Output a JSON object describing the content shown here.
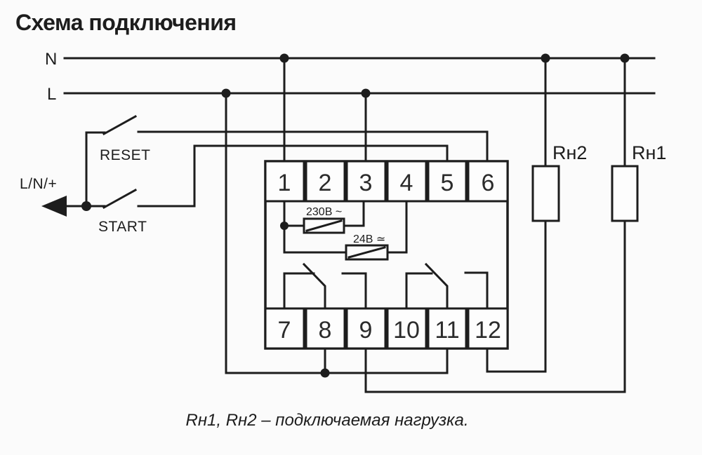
{
  "colors": {
    "bg": "#fbfbfb",
    "line": "#1d1d1d",
    "ink": "#1d1d1d"
  },
  "header": {
    "title": "Схема подключения"
  },
  "buses": {
    "n_label": "N",
    "l_label": "L"
  },
  "controls": {
    "reset_label": "RESET",
    "start_label": "START",
    "input_label": "L/N/+"
  },
  "device": {
    "top_terminals": [
      "1",
      "2",
      "3",
      "4",
      "5",
      "6"
    ],
    "bottom_terminals": [
      "7",
      "8",
      "9",
      "10",
      "11",
      "12"
    ],
    "coil_230_label": "230В ~",
    "coil_24_label": "24В ≃"
  },
  "loads": {
    "rn2_label": "Rн2",
    "rn1_label": "Rн1"
  },
  "caption": {
    "text": "Rн1, Rн2 – подключаемая нагрузка."
  },
  "connections": [
    "N → клемма 1; N → Rн2; N → Rн1",
    "L → клемма 3; L → клеммы 8 и 11",
    "L/N/+ → RESET → клемма 6",
    "L/N/+ → START → клемма 5",
    "катушка 230В~ между клеммами 1 и 3",
    "катушка 24В≃ между клеммами 1 и 4",
    "клемма 9 → Rн1",
    "клемма 12 → Rн2",
    "контакт 7-8-9 (общий 8), контакт 10-11-12 (общий 11)"
  ]
}
